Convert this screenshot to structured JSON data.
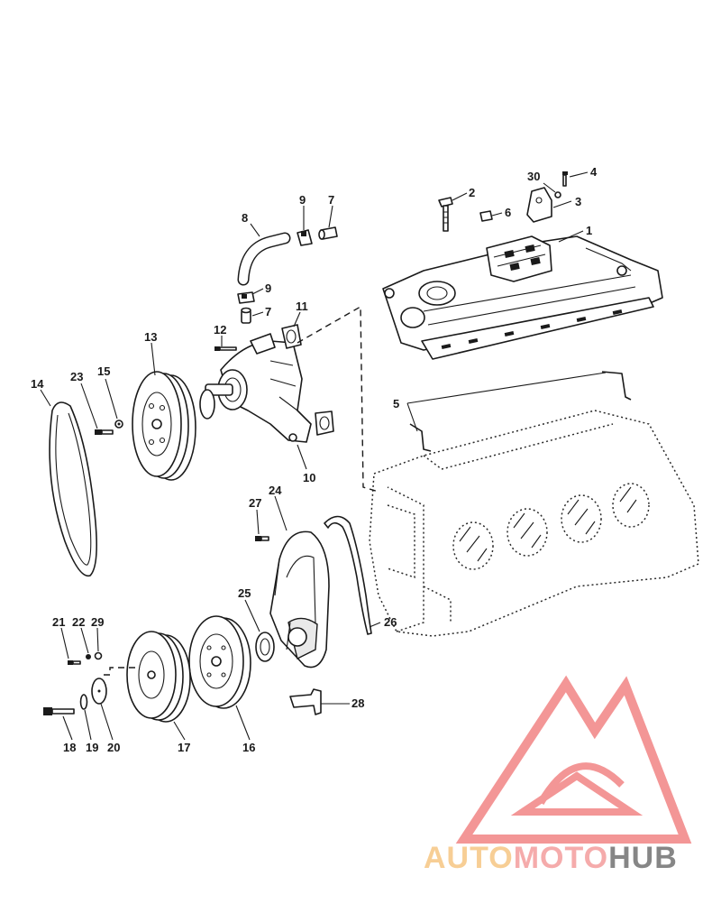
{
  "callouts": [
    {
      "id": "c1",
      "text": "1"
    },
    {
      "id": "c2",
      "text": "2"
    },
    {
      "id": "c3",
      "text": "3"
    },
    {
      "id": "c4",
      "text": "4"
    },
    {
      "id": "c5",
      "text": "5"
    },
    {
      "id": "c6",
      "text": "6"
    },
    {
      "id": "c7a",
      "text": "7"
    },
    {
      "id": "c7b",
      "text": "7"
    },
    {
      "id": "c8",
      "text": "8"
    },
    {
      "id": "c9a",
      "text": "9"
    },
    {
      "id": "c9b",
      "text": "9"
    },
    {
      "id": "c10",
      "text": "10"
    },
    {
      "id": "c11",
      "text": "11"
    },
    {
      "id": "c12",
      "text": "12"
    },
    {
      "id": "c13",
      "text": "13"
    },
    {
      "id": "c14",
      "text": "14"
    },
    {
      "id": "c15",
      "text": "15"
    },
    {
      "id": "c16",
      "text": "16"
    },
    {
      "id": "c17",
      "text": "17"
    },
    {
      "id": "c18",
      "text": "18"
    },
    {
      "id": "c19",
      "text": "19"
    },
    {
      "id": "c20",
      "text": "20"
    },
    {
      "id": "c21",
      "text": "21"
    },
    {
      "id": "c22",
      "text": "22"
    },
    {
      "id": "c23",
      "text": "23"
    },
    {
      "id": "c24",
      "text": "24"
    },
    {
      "id": "c25",
      "text": "25"
    },
    {
      "id": "c26",
      "text": "26"
    },
    {
      "id": "c27",
      "text": "27"
    },
    {
      "id": "c28",
      "text": "28"
    },
    {
      "id": "c29",
      "text": "29"
    },
    {
      "id": "c30",
      "text": "30"
    }
  ],
  "watermark": {
    "text_part1": "AUTO",
    "text_part2": "MOTO",
    "text_part3": "HUB",
    "color_part1": "#f7c98a",
    "color_part2": "#f4a3a3",
    "color_part3": "#7a7a7a",
    "logo_color": "#f28b8b"
  }
}
